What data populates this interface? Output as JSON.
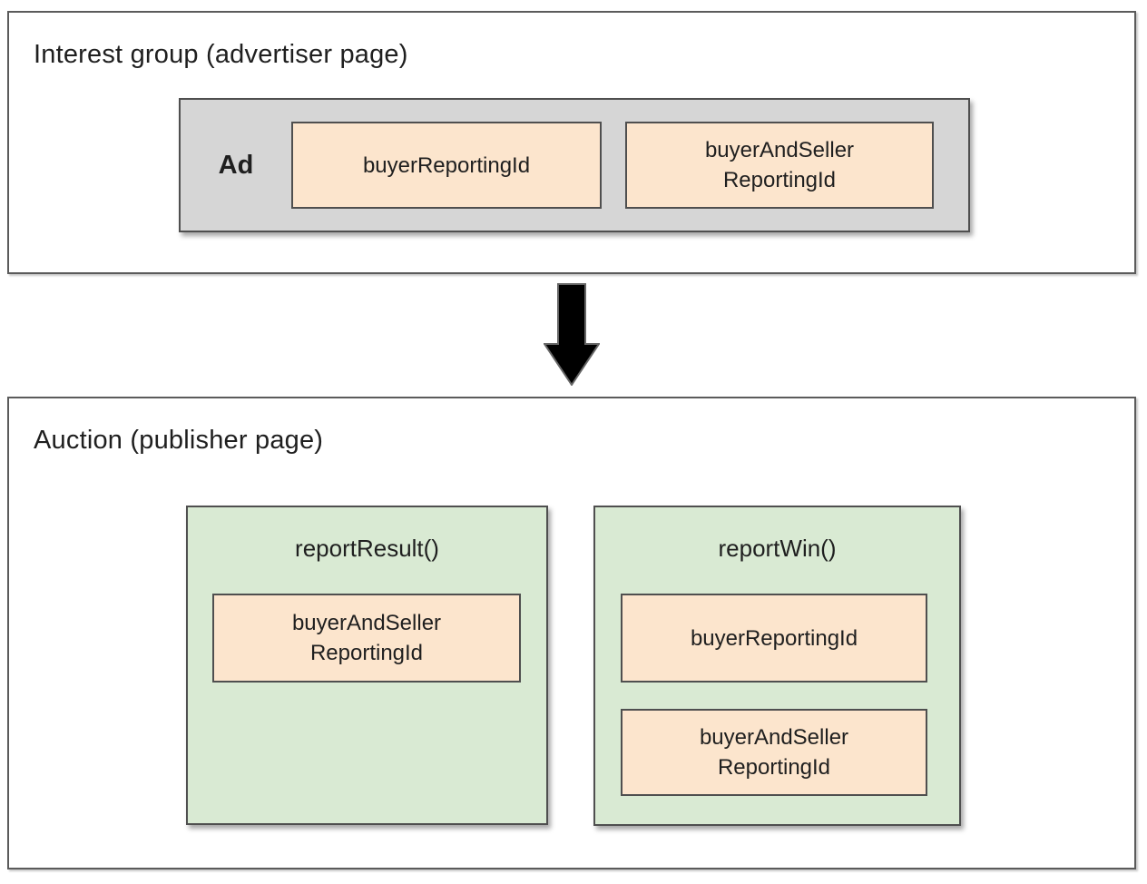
{
  "colors": {
    "text": "#1f1f1f",
    "panel_border": "#5b5b5b",
    "inner_border": "#4f4f4f",
    "ad_box_bg": "#d6d6d6",
    "chip_bg": "#fce5cd",
    "function_box_bg": "#d9ead3",
    "arrow_fill": "#000000",
    "arrow_stroke": "#666666"
  },
  "icons": {
    "flow_arrow": "down-block-arrow"
  },
  "interest_group": {
    "title": "Interest group (advertiser page)",
    "ad_label": "Ad",
    "chips": [
      {
        "label": "buyerReportingId"
      },
      {
        "label": "buyerAndSeller\nReportingId"
      }
    ]
  },
  "auction": {
    "title": "Auction (publisher page)",
    "functions": [
      {
        "name": "reportResult()",
        "chips": [
          {
            "label": "buyerAndSeller\nReportingId"
          }
        ]
      },
      {
        "name": "reportWin()",
        "chips": [
          {
            "label": "buyerReportingId"
          },
          {
            "label": "buyerAndSeller\nReportingId"
          }
        ]
      }
    ]
  }
}
